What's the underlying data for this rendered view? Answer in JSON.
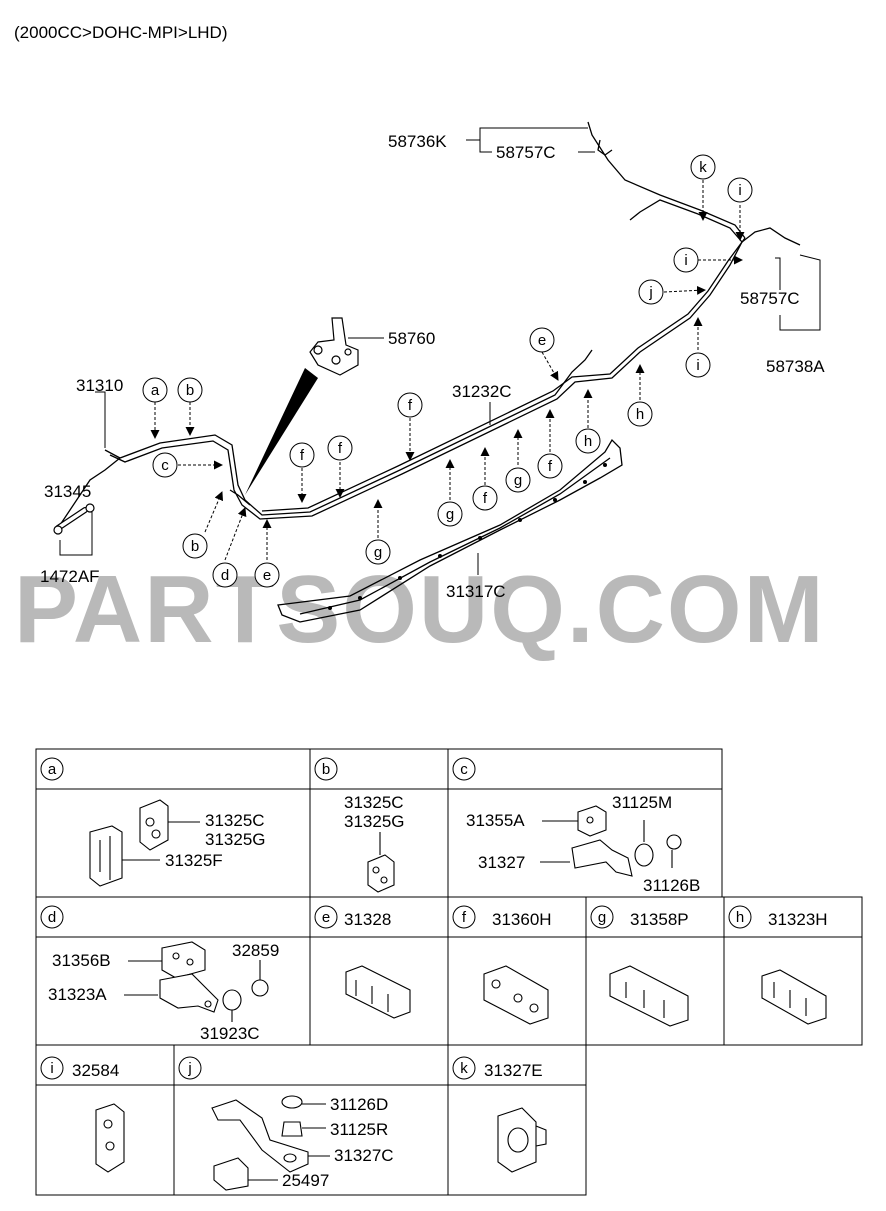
{
  "header": {
    "variant": "(2000CC>DOHC-MPI>LHD)"
  },
  "watermark": "PARTSOUQ.COM",
  "callouts": {
    "p58736K": "58736K",
    "p58757C_top": "58757C",
    "p58757C_right": "58757C",
    "p58738A": "58738A",
    "p58760": "58760",
    "p31310": "31310",
    "p31345": "31345",
    "p1472AF": "1472AF",
    "p31232C": "31232C",
    "p31317C": "31317C"
  },
  "letters": {
    "a": "a",
    "b": "b",
    "c": "c",
    "d": "d",
    "e": "e",
    "f": "f",
    "g": "g",
    "h": "h",
    "i": "i",
    "j": "j",
    "k": "k"
  },
  "table": {
    "a": {
      "letter": "a",
      "parts": [
        "31325C",
        "31325G",
        "31325F"
      ]
    },
    "b": {
      "letter": "b",
      "parts": [
        "31325C",
        "31325G"
      ]
    },
    "c": {
      "letter": "c",
      "parts": [
        "31355A",
        "31125M",
        "31327",
        "31126B"
      ]
    },
    "d": {
      "letter": "d",
      "parts": [
        "31356B",
        "32859",
        "31323A",
        "31923C"
      ]
    },
    "e": {
      "letter": "e",
      "part": "31328"
    },
    "f": {
      "letter": "f",
      "part": "31360H"
    },
    "g": {
      "letter": "g",
      "part": "31358P"
    },
    "h": {
      "letter": "h",
      "part": "31323H"
    },
    "i": {
      "letter": "i",
      "part": "32584"
    },
    "j": {
      "letter": "j",
      "parts": [
        "31126D",
        "31125R",
        "31327C",
        "25497"
      ]
    },
    "k": {
      "letter": "k",
      "part": "31327E"
    }
  }
}
